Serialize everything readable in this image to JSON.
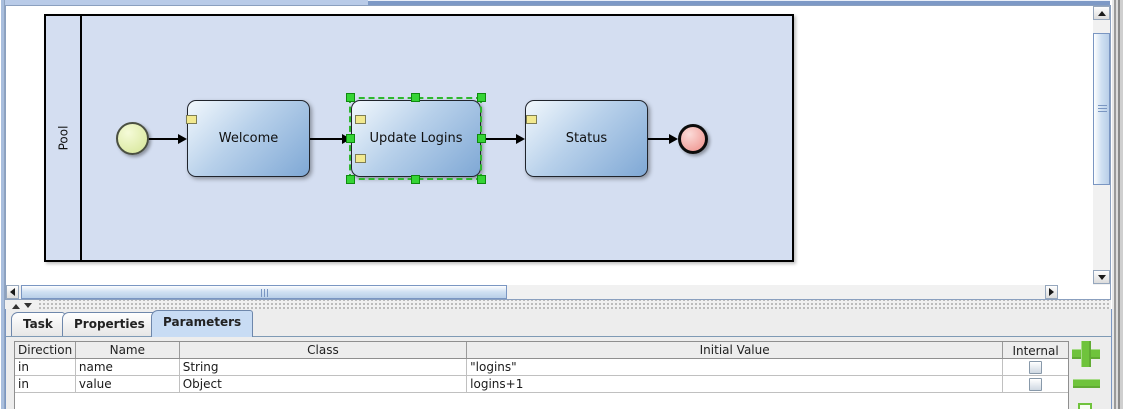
{
  "window": {
    "top_edge": "window-top-edge"
  },
  "canvas": {
    "pool_label": "Pool",
    "nodes": {
      "start_event": "start-event",
      "end_event": "end-event",
      "tasks": [
        {
          "label": "Welcome",
          "selected": false
        },
        {
          "label": "Update Logins",
          "selected": true
        },
        {
          "label": "Status",
          "selected": false
        }
      ]
    }
  },
  "tabs": [
    {
      "label": "Task",
      "selected": false
    },
    {
      "label": "Properties",
      "selected": false
    },
    {
      "label": "Parameters",
      "selected": true
    }
  ],
  "table": {
    "columns": [
      "Direction",
      "Name",
      "Class",
      "Initial Value",
      "Internal"
    ],
    "rows": [
      {
        "direction": "in",
        "name": "name",
        "class": "String",
        "initial_value": "\"logins\"",
        "internal_checked": false
      },
      {
        "direction": "in",
        "name": "value",
        "class": "Object",
        "initial_value": "logins+1",
        "internal_checked": false
      }
    ]
  },
  "side_buttons": {
    "add_icon": "plus-icon",
    "remove_icon": "minus-icon"
  },
  "colors": {
    "accent_green": "#6fc33c",
    "selection_green": "#2eb82e",
    "pool_fill": "#d4def1",
    "task_gradient_start": "#f2f8fd",
    "task_gradient_end": "#7fa8d5",
    "start_event_fill": "#d5e595",
    "end_event_fill": "#ee8e88",
    "marker_yellow": "#f2e98f",
    "tab_selected_bg": "#c8dcf4"
  }
}
